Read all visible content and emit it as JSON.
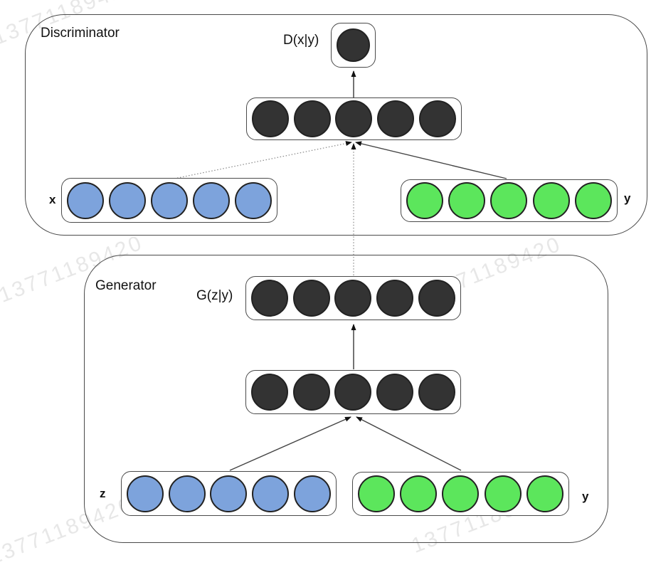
{
  "watermark": {
    "text": "13771189420"
  },
  "colors": {
    "node_dark": "#333333",
    "node_blue": "#7da3dc",
    "node_green": "#5ce65c",
    "box_border": "#4a4a4a",
    "solid_line": "#444444",
    "dotted_line": "#888888"
  },
  "discriminator": {
    "title": "Discriminator",
    "output_label": "D(x|y)",
    "x_label": "x",
    "y_label": "y"
  },
  "generator": {
    "title": "Generator",
    "output_label": "G(z|y)",
    "z_label": "z",
    "y_label": "y"
  },
  "layers": [
    {
      "id": "d-output",
      "section": "discriminator",
      "role": "output-node",
      "count": 1,
      "color": "dark",
      "size": "xl"
    },
    {
      "id": "d-hidden",
      "section": "discriminator",
      "role": "hidden",
      "count": 5,
      "color": "dark",
      "size": "lg"
    },
    {
      "id": "d-input-x",
      "section": "discriminator",
      "role": "input-x",
      "count": 5,
      "color": "blue",
      "size": "lg"
    },
    {
      "id": "d-input-y",
      "section": "discriminator",
      "role": "input-y",
      "count": 5,
      "color": "green",
      "size": "lg"
    },
    {
      "id": "g-output",
      "section": "generator",
      "role": "output",
      "count": 5,
      "color": "dark",
      "size": "lg"
    },
    {
      "id": "g-hidden",
      "section": "generator",
      "role": "hidden",
      "count": 5,
      "color": "dark",
      "size": "lg"
    },
    {
      "id": "g-input-z",
      "section": "generator",
      "role": "input-z",
      "count": 5,
      "color": "blue",
      "size": "lg"
    },
    {
      "id": "g-input-y",
      "section": "generator",
      "role": "input-y",
      "count": 5,
      "color": "green",
      "size": "lg"
    }
  ]
}
